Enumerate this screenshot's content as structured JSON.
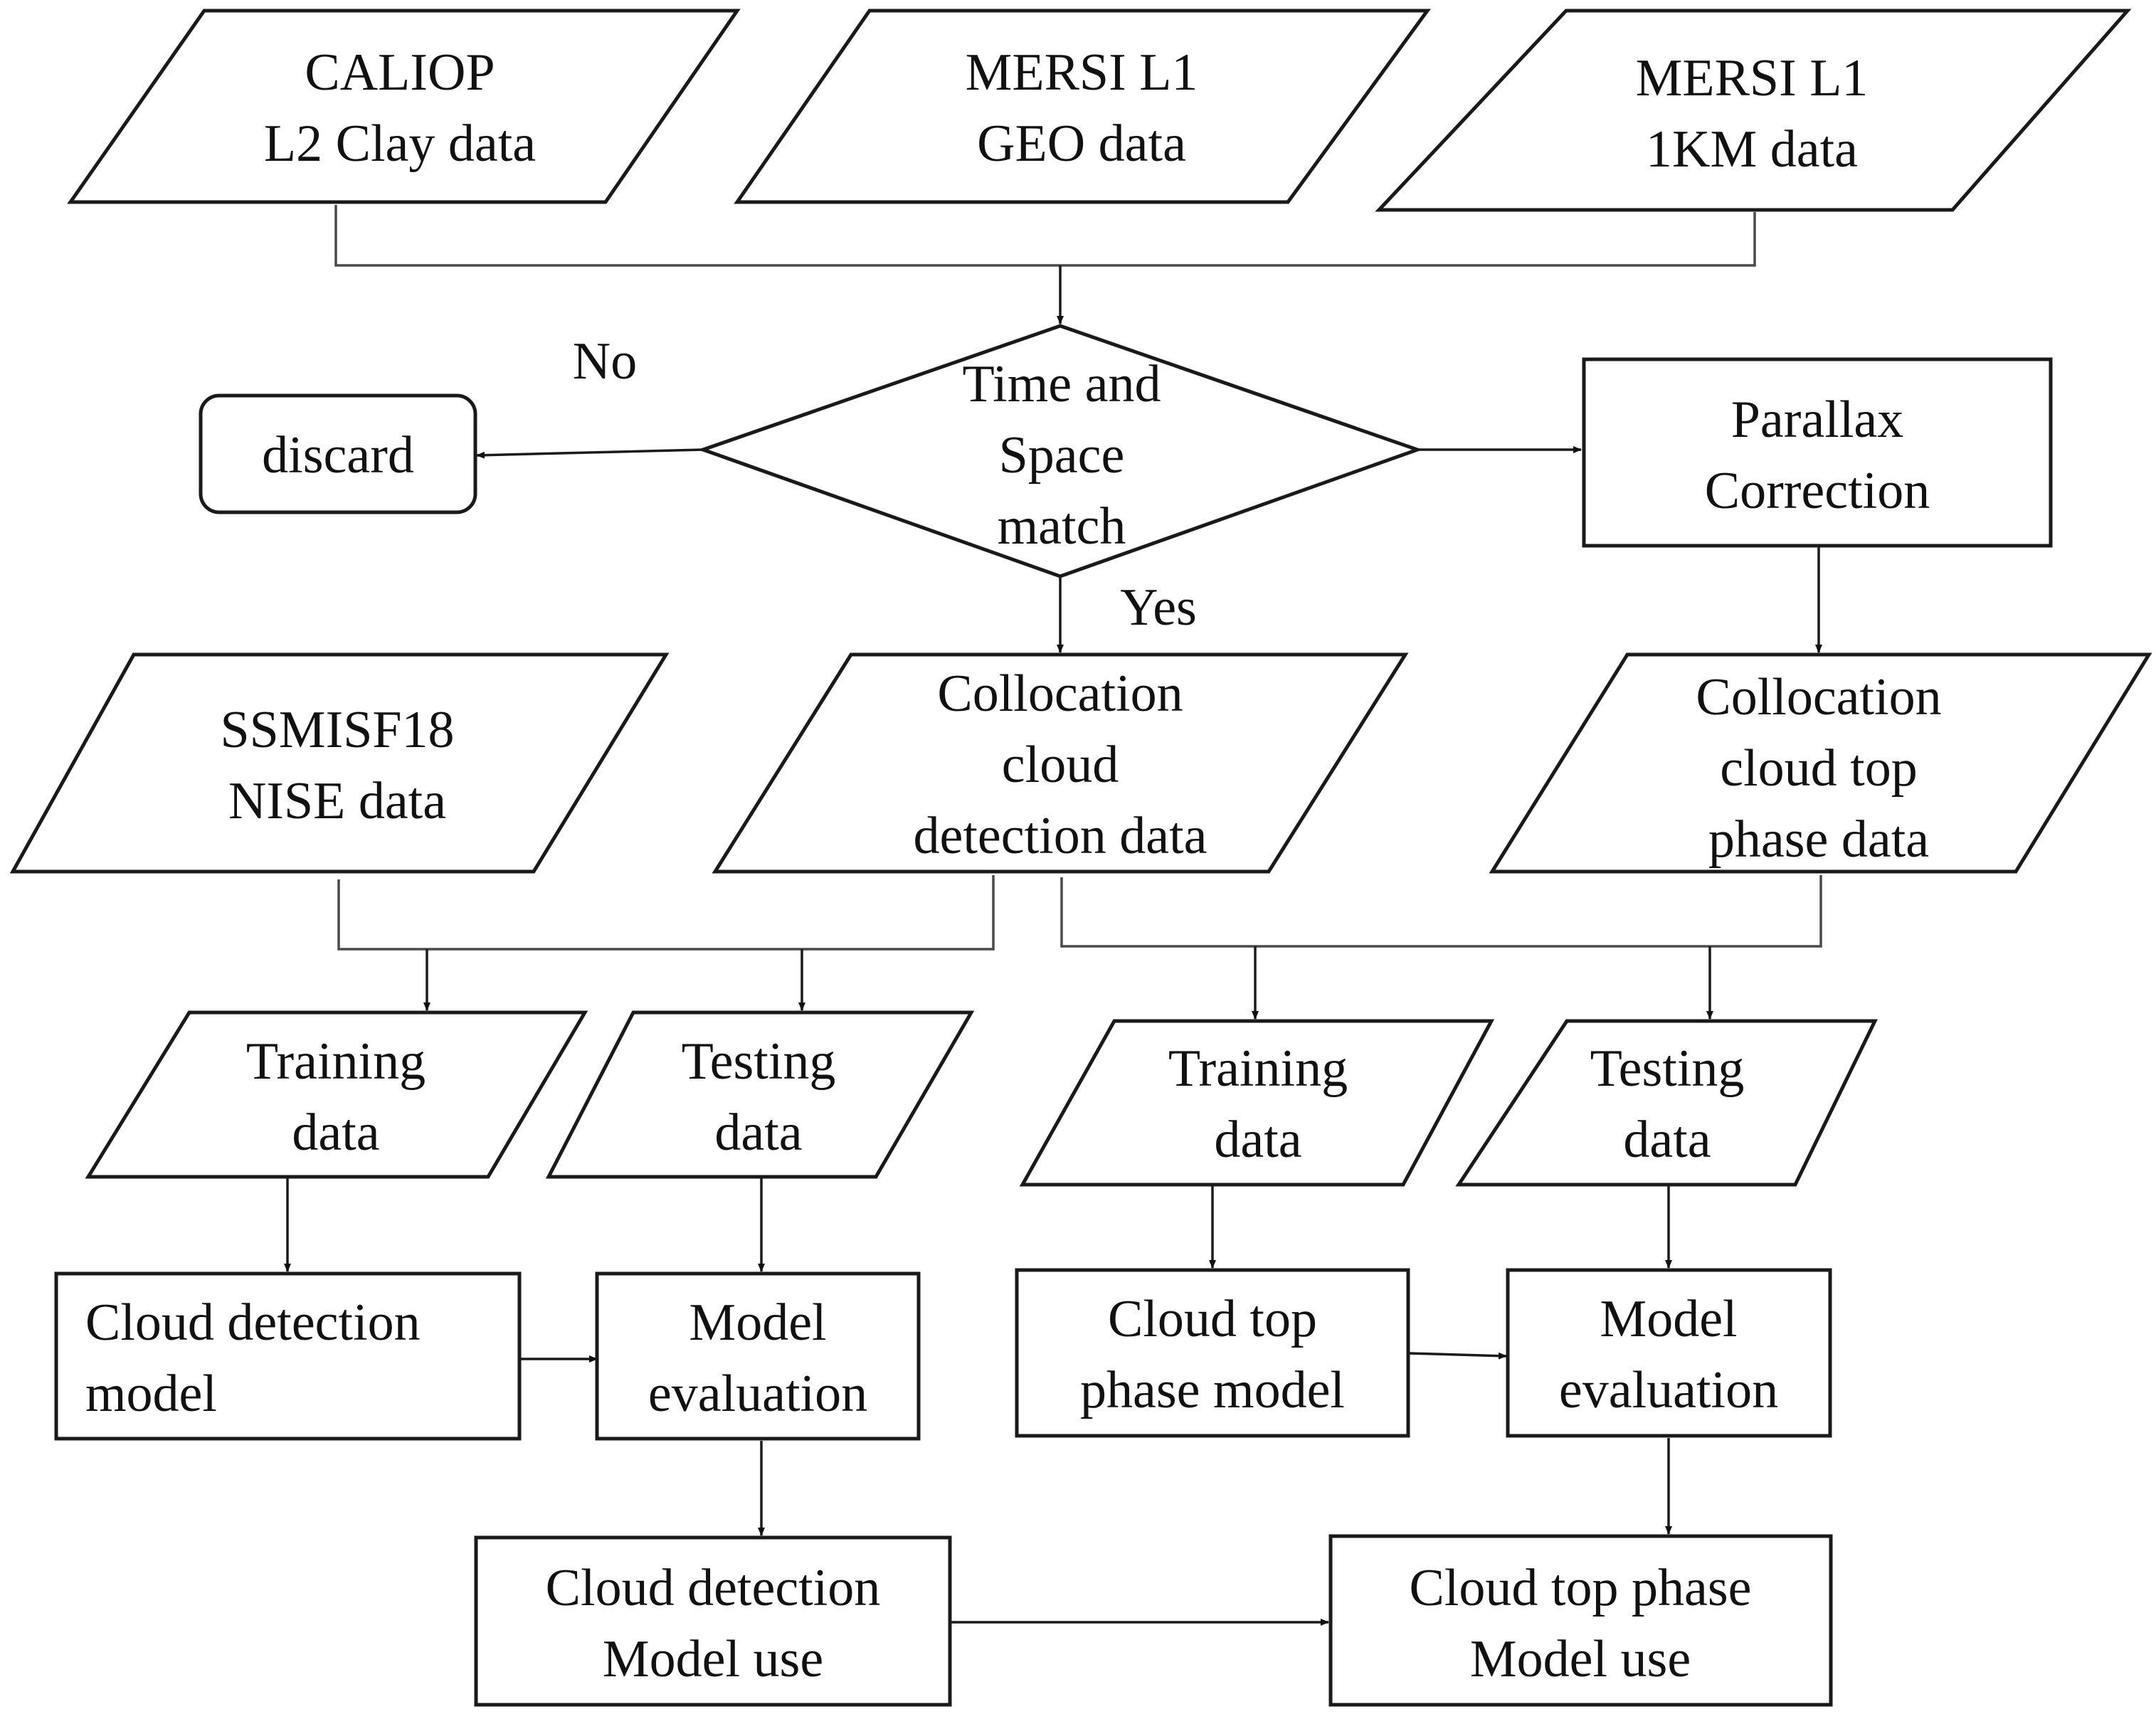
{
  "nodes": {
    "caliop": {
      "lines": [
        "CALIOP",
        "L2 Clay data"
      ]
    },
    "mersi_geo": {
      "lines": [
        "MERSI L1",
        "GEO data"
      ]
    },
    "mersi_1km": {
      "lines": [
        "MERSI L1",
        "1KM data"
      ]
    },
    "time_space_match": {
      "lines": [
        "Time and",
        "Space",
        "match"
      ]
    },
    "discard": {
      "lines": [
        "discard"
      ]
    },
    "parallax": {
      "lines": [
        "Parallax",
        "Correction"
      ]
    },
    "ssmis": {
      "lines": [
        "SSMISF18",
        "NISE data"
      ]
    },
    "colloc_detect": {
      "lines": [
        "Collocation",
        "cloud",
        "detection  data"
      ]
    },
    "colloc_phase": {
      "lines": [
        "Collocation",
        "cloud top",
        "phase data"
      ]
    },
    "train_left": {
      "lines": [
        "Training",
        "data"
      ]
    },
    "test_left": {
      "lines": [
        "Testing",
        "data"
      ]
    },
    "train_right": {
      "lines": [
        "Training",
        "data"
      ]
    },
    "test_right": {
      "lines": [
        "Testing",
        "data"
      ]
    },
    "cd_model": {
      "lines": [
        "Cloud  detection",
        "model"
      ]
    },
    "eval_left": {
      "lines": [
        "Model",
        "evaluation"
      ]
    },
    "ctp_model": {
      "lines": [
        "Cloud  top",
        "phase model"
      ]
    },
    "eval_right": {
      "lines": [
        "Model",
        "evaluation"
      ]
    },
    "cd_use": {
      "lines": [
        "Cloud  detection",
        "Model use"
      ]
    },
    "ctp_use": {
      "lines": [
        "Cloud top phase",
        "Model use"
      ]
    }
  },
  "labels": {
    "no": "No",
    "yes": "Yes"
  }
}
